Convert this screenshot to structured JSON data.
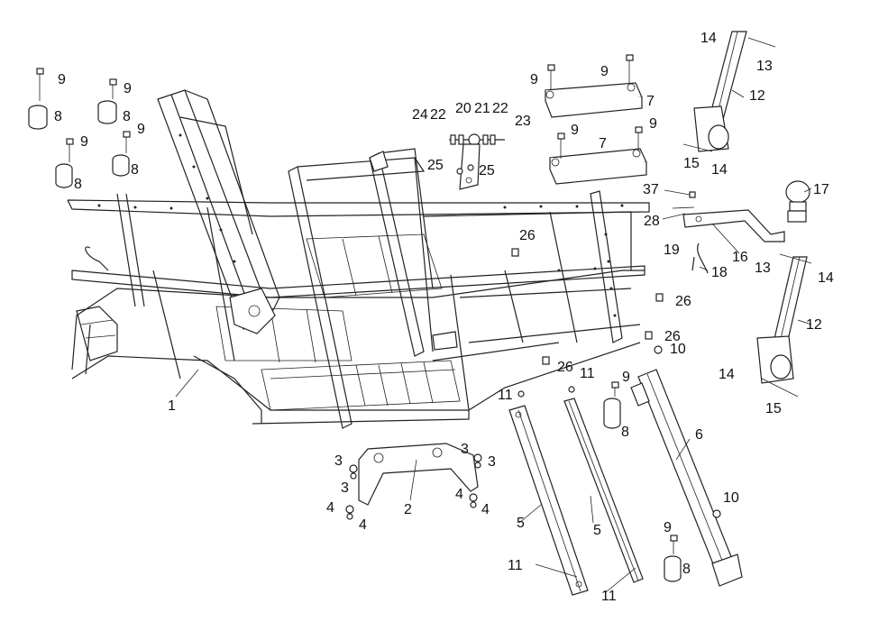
{
  "diagram": {
    "labels": [
      "1",
      "2",
      "3",
      "4",
      "5",
      "6",
      "7",
      "8",
      "9",
      "10",
      "11",
      "12",
      "13",
      "14",
      "15",
      "16",
      "17",
      "18",
      "19",
      "20",
      "21",
      "22",
      "23",
      "24",
      "25",
      "26",
      "28",
      "37"
    ]
  }
}
